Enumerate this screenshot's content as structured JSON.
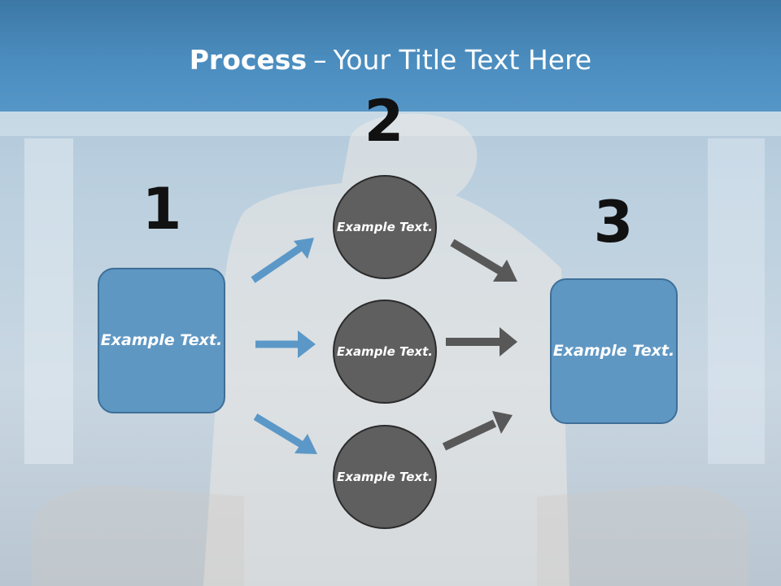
{
  "title": {
    "bold": "Process",
    "dash": "–",
    "rest": "Your Title Text Here"
  },
  "steps": {
    "one": {
      "number": "1",
      "text": "Example Text."
    },
    "two": {
      "number": "2",
      "items": [
        "Example Text.",
        "Example Text.",
        "Example Text."
      ]
    },
    "three": {
      "number": "3",
      "text": "Example Text."
    }
  },
  "colors": {
    "header": "#4b8dbf",
    "box_fill": "#5f97c3",
    "box_border": "#3e6f98",
    "circle_fill": "#5f5f5f",
    "blue_arrow": "#5b98c8",
    "gray_arrow": "#585858"
  }
}
